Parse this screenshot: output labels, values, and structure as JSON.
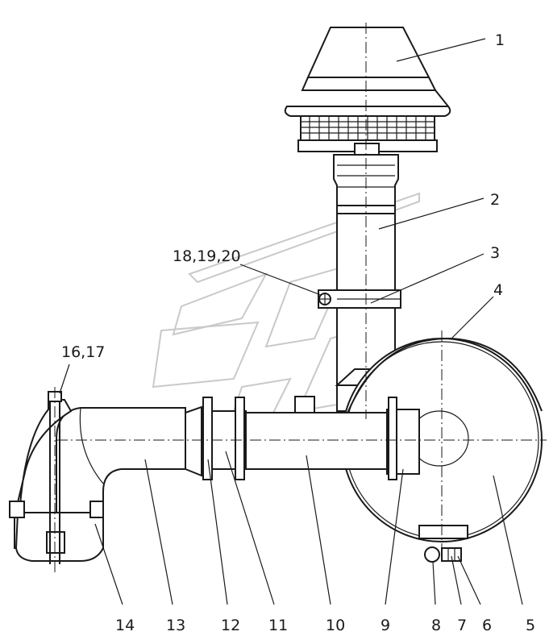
{
  "callouts": {
    "c1": "1",
    "c2": "2",
    "c3": "3",
    "c4": "4",
    "c5": "5",
    "c6": "6",
    "c7": "7",
    "c8": "8",
    "c9": "9",
    "c10": "10",
    "c11": "11",
    "c12": "12",
    "c13": "13",
    "c14": "14",
    "c1617": "16,17",
    "c181920": "18,19,20"
  }
}
